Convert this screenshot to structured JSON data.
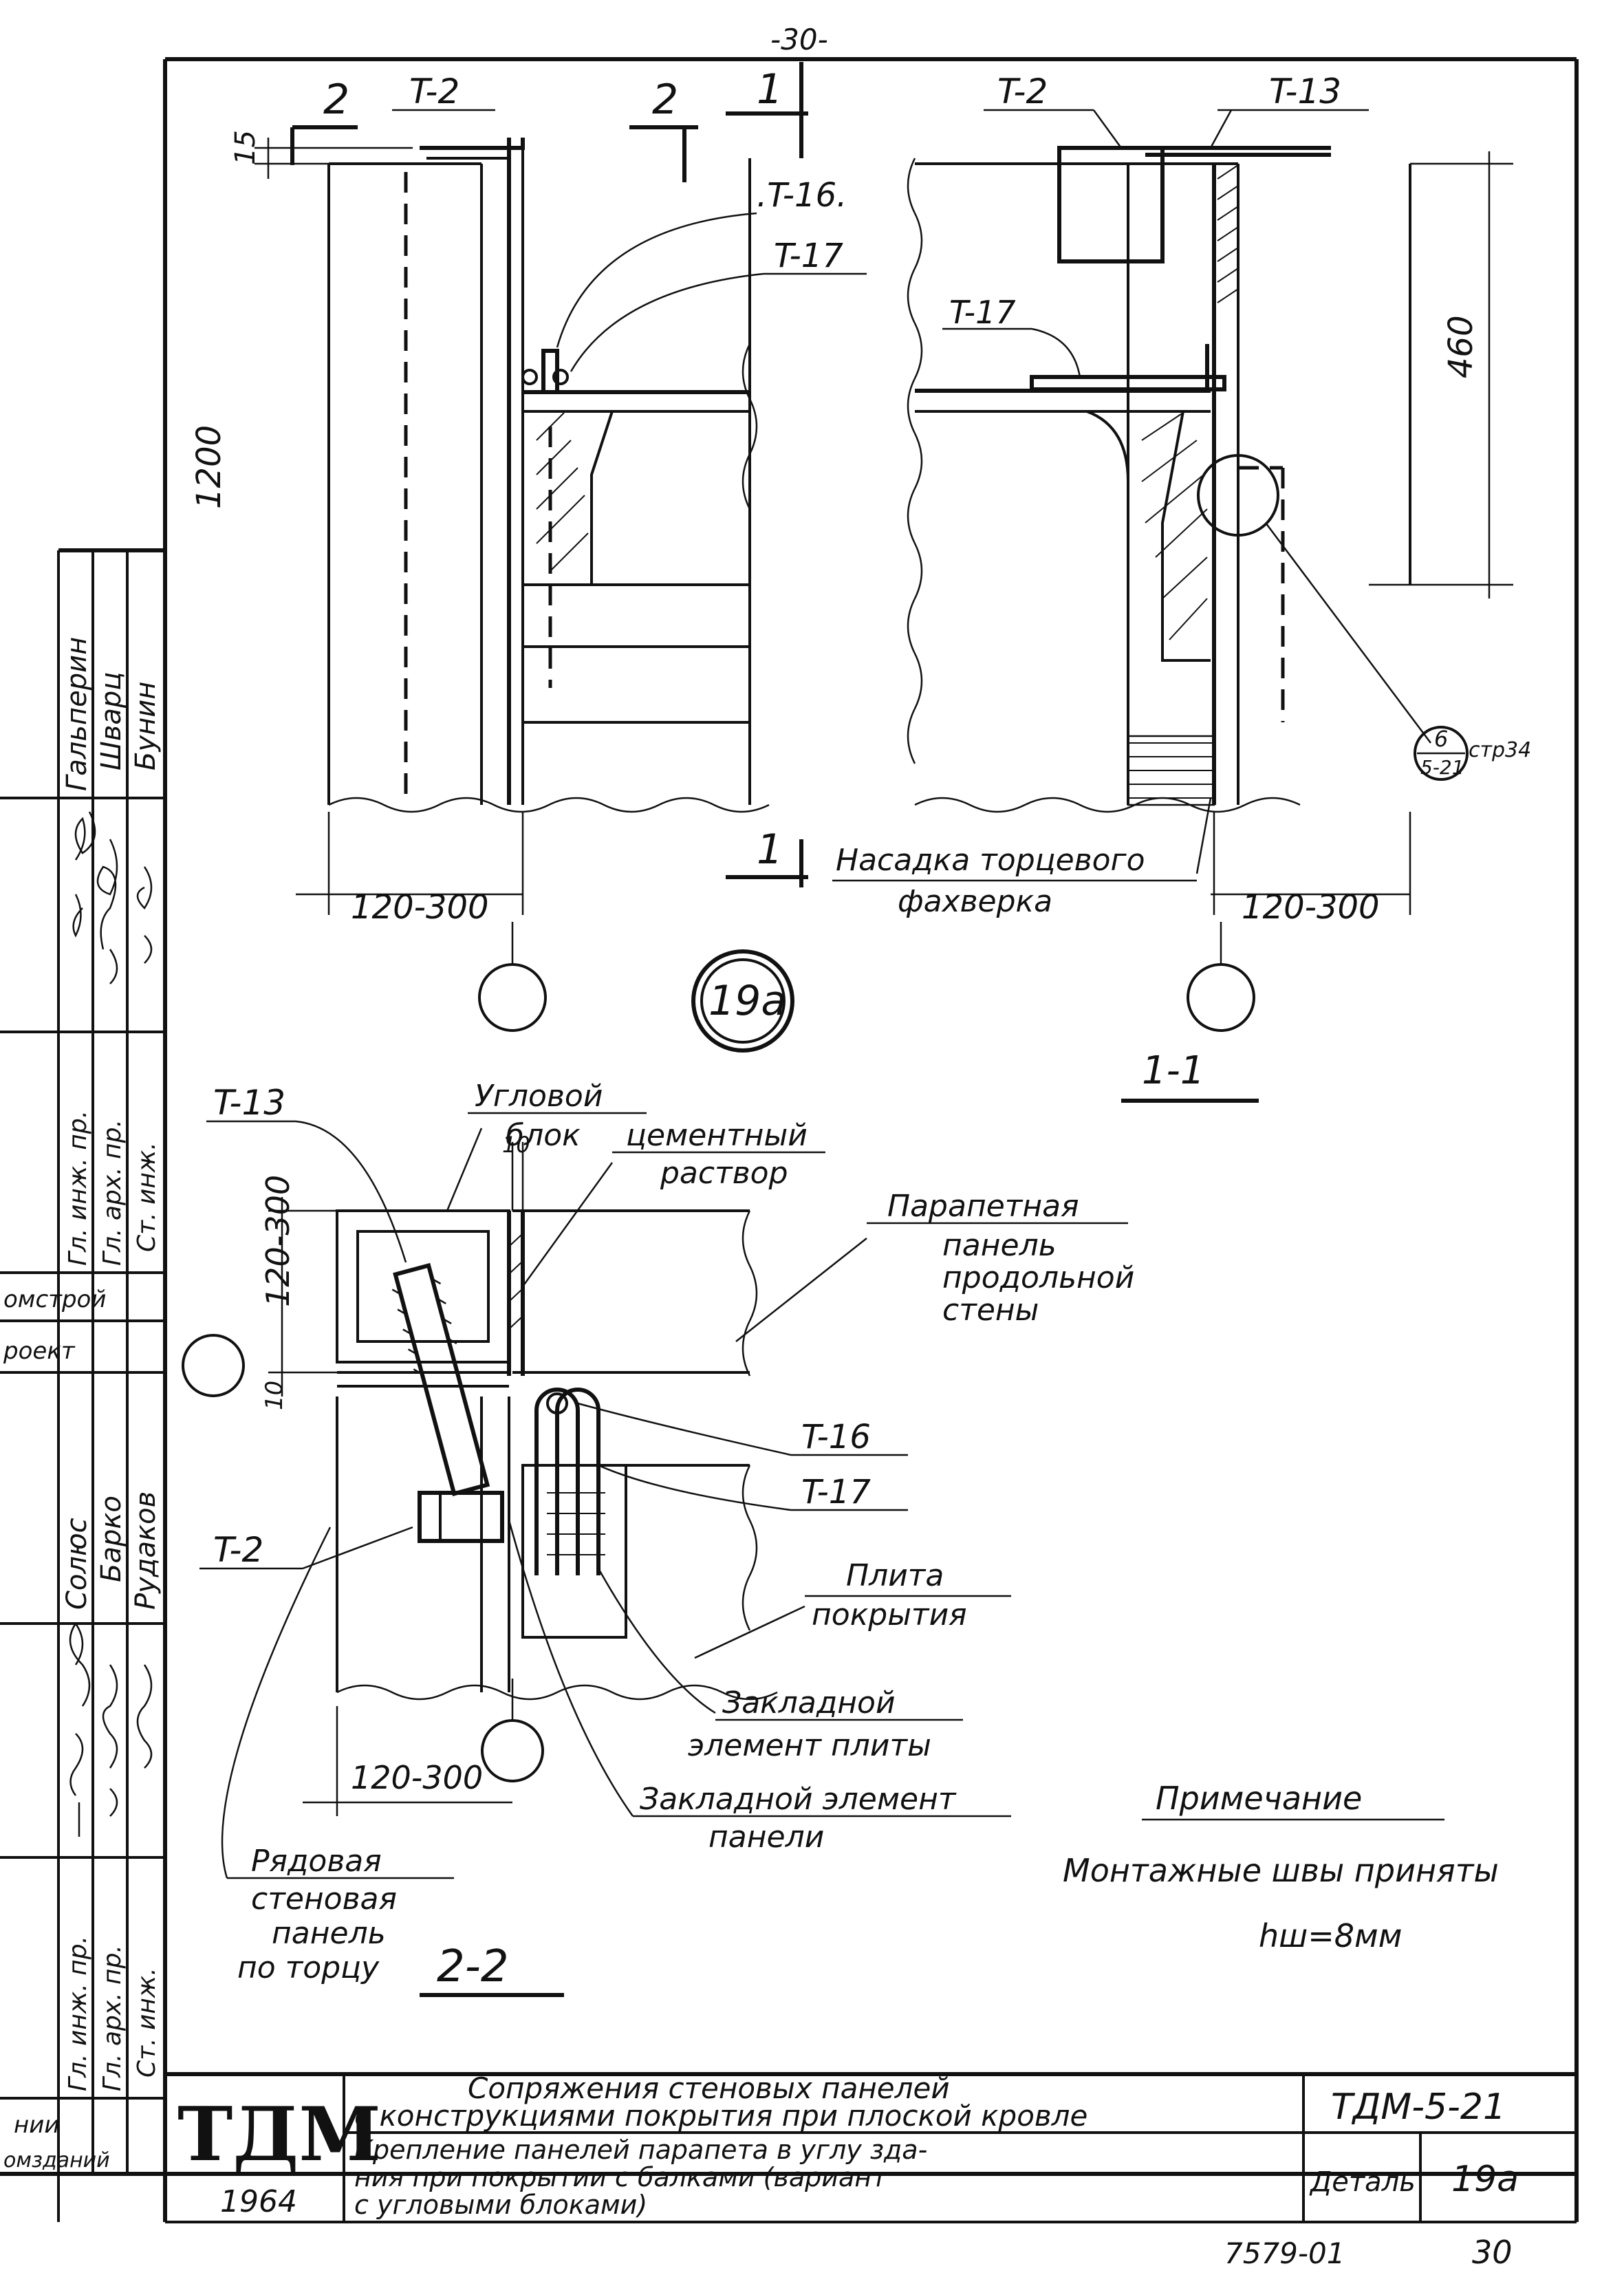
{
  "page_number_top": "-30-",
  "section_1_1": {
    "cut_mark": "1",
    "labels": {
      "t2": "T-2",
      "t13": "T-13",
      "t17": "T-17"
    },
    "dim_height": "460",
    "dim_width": "120-300",
    "ref_callout": {
      "top": "6",
      "bottom": "5-21",
      "page": "стр34"
    },
    "note_line1": "Насадка торцевого",
    "note_line2": "фахверка",
    "title": "1-1"
  },
  "section_2_2_plan": {
    "cut_mark": "2",
    "labels": {
      "t2": "T-2",
      "t16": ".T-16.",
      "t17": "T-17"
    },
    "dim_15": "15",
    "dim_1200": "1200",
    "dim_width": "120-300"
  },
  "detail_badge": "19a",
  "section_2_2": {
    "labels": {
      "t13": "T-13",
      "t16": "T-16",
      "t17": "T-17",
      "t2": "T-2",
      "corner_block_1": "Угловой",
      "corner_block_2": "блок",
      "mortar_1": "цементный",
      "mortar_2": "раствор",
      "parapet_1": "Парапетная",
      "parapet_2": "панель",
      "parapet_3": "продольной",
      "parapet_4": "стены",
      "slab_1": "Плита",
      "slab_2": "покрытия",
      "embed_slab_1": "Закладной",
      "embed_slab_2": "элемент плиты",
      "embed_panel_1": "Закладной элемент",
      "embed_panel_2": "панели",
      "row_panel_1": "Рядовая",
      "row_panel_2": "стеновая",
      "row_panel_3": "панель",
      "row_panel_4": "по торцу"
    },
    "dim_10a": "10",
    "dim_10b": "10",
    "dim_vert": "120-300",
    "dim_width": "120-300",
    "title": "2-2"
  },
  "note": {
    "heading": "Примечание",
    "line1": "Монтажные швы приняты",
    "line2": "hш=8мм"
  },
  "side_stamp": {
    "block1": [
      "Гальперин",
      "Шварц",
      "Бунин"
    ],
    "block1_roles": [
      "Гл. инж. пр.",
      "Гл. арх. пр.",
      "Ст. инж."
    ],
    "org1": "омстрой",
    "org2": "роект",
    "block2": [
      "Солюс",
      "Барко",
      "Рудаков"
    ],
    "block2_roles": [
      "Гл. инж. пр.",
      "Гл. арх. пр.",
      "Ст. инж."
    ],
    "bottom1": "нии",
    "bottom2": "омзданий"
  },
  "title_block": {
    "logo": "ТДМ",
    "year": "1964",
    "main_title_1": "Сопряжения стеновых панелей",
    "main_title_2": "с конструкциями покрытия при плоской кровле",
    "sub_title_1": "Крепление панелей парапета в углу зда-",
    "sub_title_2": "ния при покрытии с балками (вариант",
    "sub_title_3": "с угловыми блоками)",
    "code": "ТДМ-5-21",
    "detail_label": "Деталь",
    "detail_value": "19a"
  },
  "footer": {
    "archive_no": "7579-01",
    "page": "30"
  }
}
